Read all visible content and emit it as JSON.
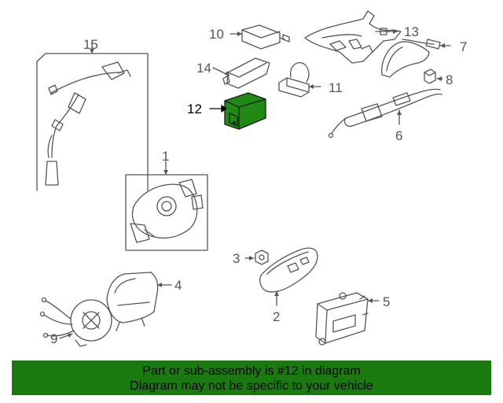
{
  "diagram": {
    "callouts": [
      "1",
      "2",
      "3",
      "4",
      "5",
      "6",
      "7",
      "8",
      "9",
      "10",
      "11",
      "12",
      "13",
      "14",
      "15"
    ],
    "highlighted_callout": "12",
    "colors": {
      "line": "#555555",
      "highlight_fill": "#1f8a14",
      "highlight_text": "#000000"
    }
  },
  "banner": {
    "line1": "Part or sub-assembly is #12 in diagram",
    "line2": "Diagram may not be specific to your vehicle",
    "background": "#1b7a0f"
  }
}
